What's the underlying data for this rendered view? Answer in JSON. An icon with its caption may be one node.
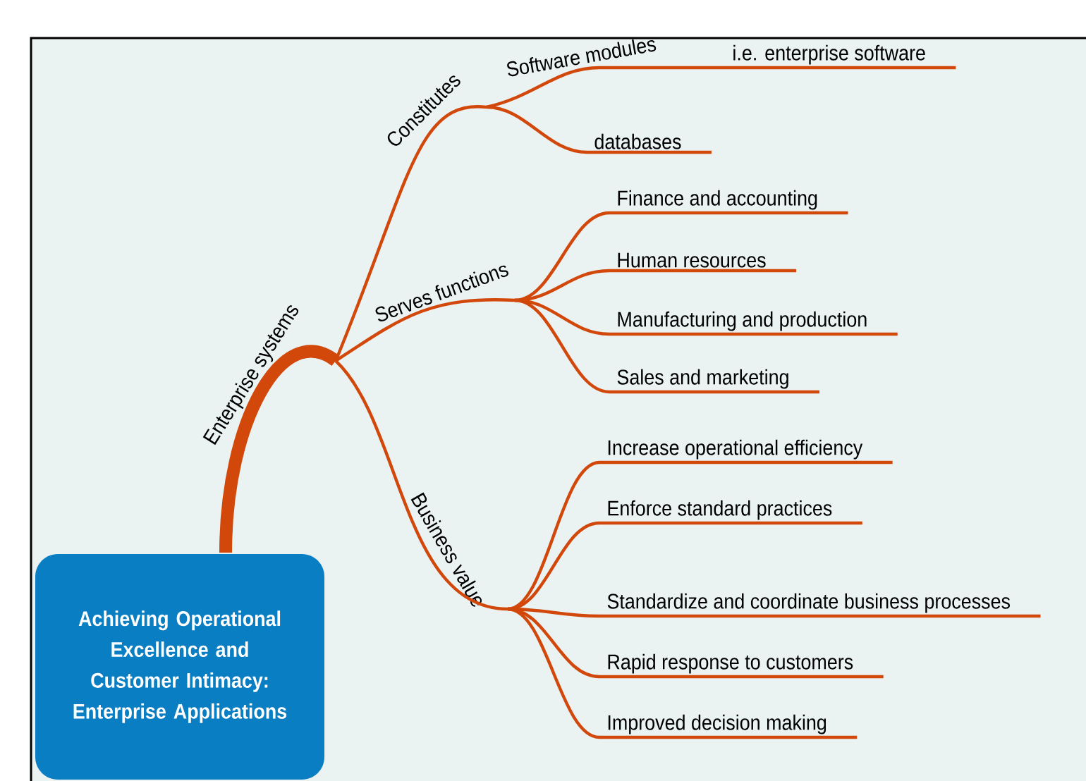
{
  "diagram": {
    "nodes": [
      {
        "text": [
          "Achieving Operational Excellence and Customer Intimacy: Enterprise Applications"
        ]
      },
      {
        "text": [
          "Enterprise systems"
        ]
      },
      {
        "text": [
          "Constitutes"
        ]
      },
      {
        "text": [
          "Software modules"
        ]
      },
      {
        "text": [
          "i.e. enterprise software"
        ]
      },
      {
        "text": [
          "databases"
        ]
      },
      {
        "text": [
          "Serves functions"
        ]
      },
      {
        "text": [
          "Finance and accounting"
        ]
      },
      {
        "text": [
          "Human resources"
        ]
      },
      {
        "text": [
          "Manufacturing and production"
        ]
      },
      {
        "text": [
          "Sales and marketing"
        ]
      },
      {
        "text": [
          "Business value"
        ]
      },
      {
        "text": [
          "Increase operational efficiency"
        ]
      },
      {
        "text": [
          "Enforce standard practices"
        ]
      },
      {
        "text": [
          "Standardize and coordinate business processes"
        ]
      },
      {
        "text": [
          "Rapid response to customers"
        ]
      },
      {
        "text": [
          "Improved decision making"
        ]
      }
    ],
    "edges": [
      {
        "from": 0,
        "to": 1,
        "arrow": "none",
        "style": "thick"
      },
      {
        "from": 1,
        "to": 2,
        "arrow": "none"
      },
      {
        "from": 2,
        "to": 3,
        "arrow": "none"
      },
      {
        "from": 3,
        "to": 4,
        "arrow": "none"
      },
      {
        "from": 2,
        "to": 5,
        "arrow": "none"
      },
      {
        "from": 1,
        "to": 6,
        "arrow": "none"
      },
      {
        "from": 6,
        "to": 7,
        "arrow": "none"
      },
      {
        "from": 6,
        "to": 8,
        "arrow": "none"
      },
      {
        "from": 6,
        "to": 9,
        "arrow": "none"
      },
      {
        "from": 6,
        "to": 10,
        "arrow": "none"
      },
      {
        "from": 1,
        "to": 11,
        "arrow": "none"
      },
      {
        "from": 11,
        "to": 12,
        "arrow": "none"
      },
      {
        "from": 11,
        "to": 13,
        "arrow": "none"
      },
      {
        "from": 11,
        "to": 14,
        "arrow": "none"
      },
      {
        "from": 11,
        "to": 15,
        "arrow": "none"
      },
      {
        "from": 11,
        "to": 16,
        "arrow": "none"
      }
    ]
  }
}
